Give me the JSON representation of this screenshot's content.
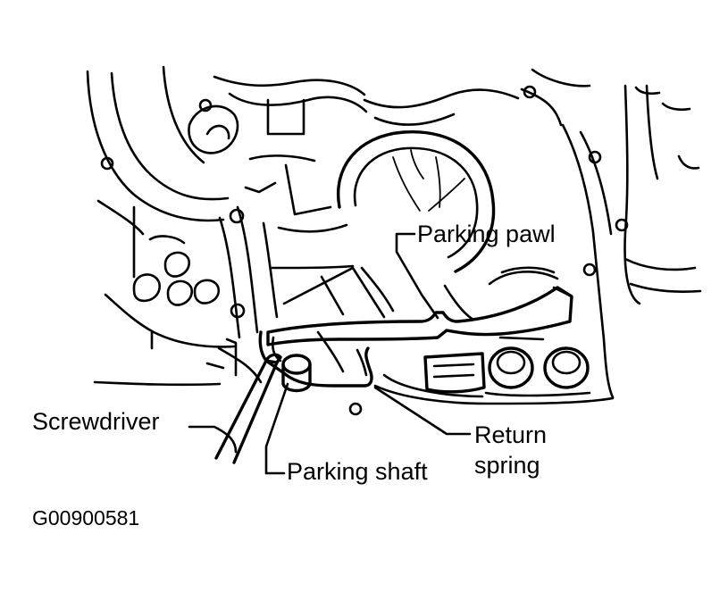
{
  "labels": {
    "parking_pawl": "Parking pawl",
    "screwdriver": "Screwdriver",
    "return_spring": "Return\nspring",
    "parking_shaft": "Parking shaft"
  },
  "figure_code": "G00900581"
}
